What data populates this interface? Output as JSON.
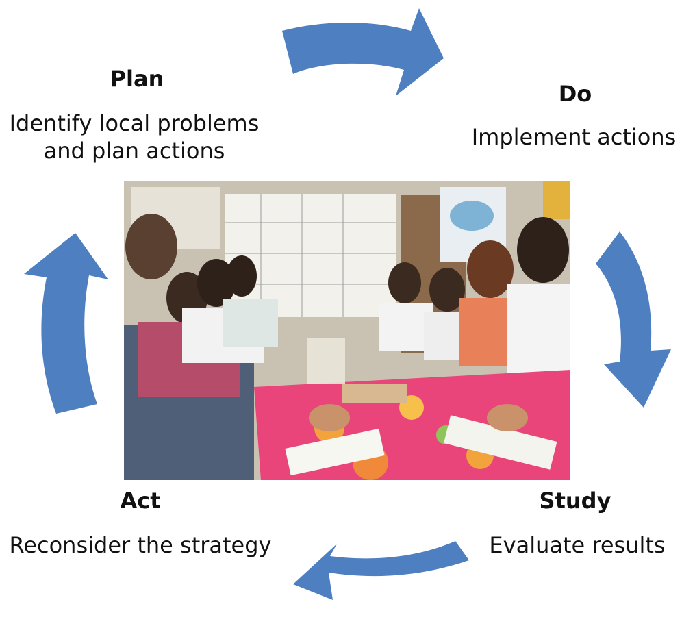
{
  "colors": {
    "arrow": "#4e7fc0",
    "text": "#111111",
    "background": "#ffffff"
  },
  "stages": {
    "plan": {
      "title": "Plan",
      "description": "Identify local problems and plan actions"
    },
    "do": {
      "title": "Do",
      "description": "Implement actions"
    },
    "study": {
      "title": "Study",
      "description": "Evaluate results"
    },
    "act": {
      "title": "Act",
      "description": "Reconsider the strategy"
    }
  }
}
